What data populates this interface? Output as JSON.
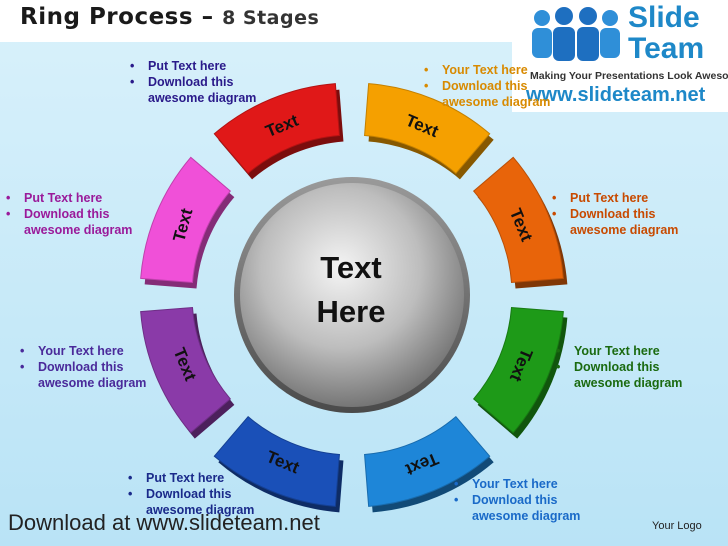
{
  "title": {
    "main": "Ring Process",
    "dash": " – ",
    "sub": "8 Stages"
  },
  "logo": {
    "line1": "Slide",
    "line2": "Team",
    "tagline": "Making Your Presentations Look Awesome",
    "url": "www.slideteam.net"
  },
  "center": {
    "line1": "Text",
    "line2": "Here"
  },
  "segments": [
    {
      "label": "Text",
      "color": "#e01818"
    },
    {
      "label": "Text",
      "color": "#f5a000"
    },
    {
      "label": "Text",
      "color": "#e8640a"
    },
    {
      "label": "Text",
      "color": "#1e9a18"
    },
    {
      "label": "Text",
      "color": "#1e86d8"
    },
    {
      "label": "Text",
      "color": "#1a50b8"
    },
    {
      "label": "Text",
      "color": "#8a3aa8"
    },
    {
      "label": "Text",
      "color": "#f050d8"
    }
  ],
  "callouts": [
    {
      "color": "#2a1a8a",
      "lines": [
        "Put Text here",
        "Download this",
        "awesome diagram"
      ]
    },
    {
      "color": "#d88a00",
      "lines": [
        "Your Text here",
        "Download this",
        "awesome diagram"
      ]
    },
    {
      "color": "#9a1a9a",
      "lines": [
        "Put Text here",
        "Download this",
        "awesome diagram"
      ]
    },
    {
      "color": "#c84a00",
      "lines": [
        "Put Text here",
        "Download this",
        "awesome diagram"
      ]
    },
    {
      "color": "#4a2a9a",
      "lines": [
        "Your Text here",
        "Download this",
        "awesome diagram"
      ]
    },
    {
      "color": "#1a6a10",
      "lines": [
        "Your Text here",
        "Download this",
        "awesome diagram"
      ]
    },
    {
      "color": "#1a2a8a",
      "lines": [
        "Put Text here",
        "Download this",
        "awesome diagram"
      ]
    },
    {
      "color": "#1a6ac8",
      "lines": [
        "Your Text here",
        "Download this",
        "awesome diagram"
      ]
    }
  ],
  "footer": {
    "download": "Download at www.slideteam.net",
    "your_logo": "Your Logo"
  }
}
